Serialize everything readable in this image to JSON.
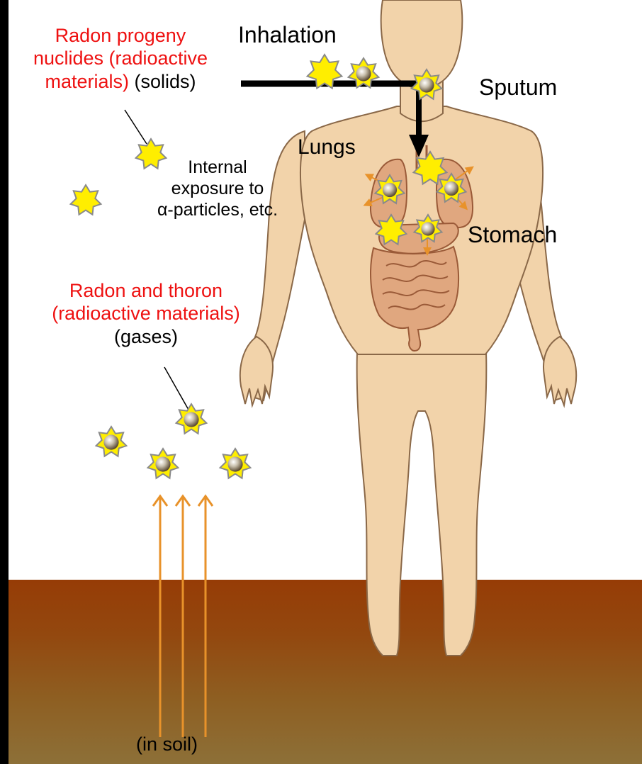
{
  "colors": {
    "background": "#000000",
    "panel": "#ffffff",
    "skin": "#f2d3aa",
    "skin_outline": "#8a6848",
    "organ": "#e0a77f",
    "organ_outline": "#9a5a38",
    "star": "#ffee00",
    "star_outline": "#8a8a8a",
    "arrow_orange": "#e8922a",
    "label_red": "#ee1111",
    "soil_top": "#963c06",
    "soil_bottom": "#8d7038"
  },
  "labels": {
    "inhalation": "Inhalation",
    "sputum": "Sputum",
    "lungs": "Lungs",
    "stomach": "Stomach",
    "progeny_line1": "Radon progeny",
    "progeny_line2": "nuclides (radioactive",
    "progeny_line3_red": "materials)",
    "progeny_line3_black": " (solids)",
    "internal_line1": "Internal",
    "internal_line2": "exposure to",
    "internal_line3": "α-particles, etc.",
    "radon_line1": "Radon and thoron",
    "radon_line2": "(radioactive materials)",
    "radon_line3": "(gases)",
    "soil": "(in soil)"
  },
  "icons": {
    "solid_particle": "yellow-star-icon",
    "gas_particle": "star-with-sphere-icon",
    "rising_arrow": "arrow-up-icon"
  }
}
